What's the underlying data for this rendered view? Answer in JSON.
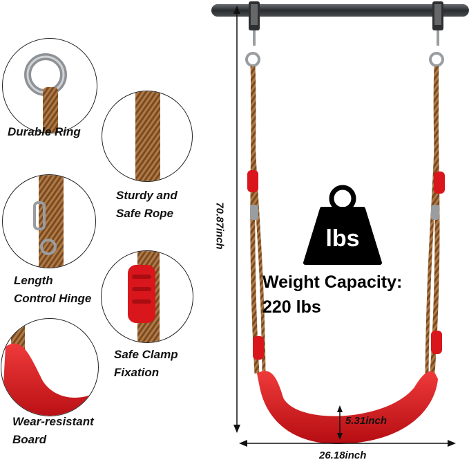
{
  "features": [
    {
      "line1": "Durable Ring",
      "line2": ""
    },
    {
      "line1": "Sturdy and",
      "line2": "Safe Rope"
    },
    {
      "line1": "Length",
      "line2": "Control Hinge"
    },
    {
      "line1": "Safe Clamp",
      "line2": "Fixation"
    },
    {
      "line1": "Wear-resistant",
      "line2": "Board"
    }
  ],
  "weight_icon_text": "lbs",
  "capacity": {
    "line1": "Weight Capacity:",
    "line2": "220 lbs"
  },
  "dimensions": {
    "height": "70.87inch",
    "width": "26.18inch",
    "seat_width": "5.31inch"
  },
  "colors": {
    "seat_red": "#d9161c",
    "rope_brown": "#8b5a2b",
    "bar": "#3a3d40"
  }
}
